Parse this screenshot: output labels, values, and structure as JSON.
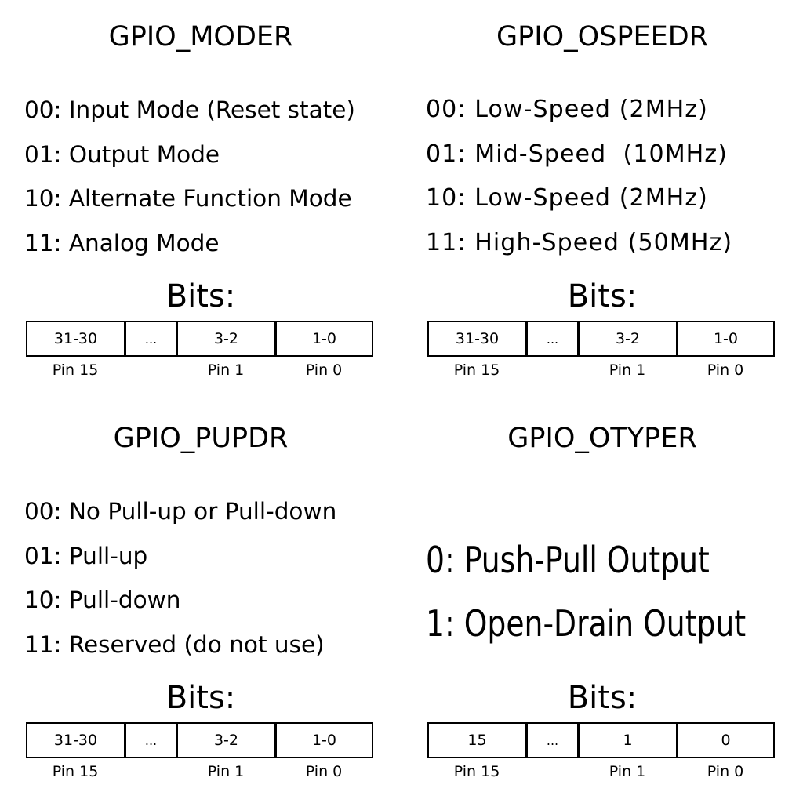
{
  "panels": {
    "moder": {
      "title": "GPIO_MODER",
      "definitions": [
        "00: Input Mode (Reset state)",
        "01: Output Mode",
        "10: Alternate Function Mode",
        "11: Analog Mode"
      ],
      "bits_label": "Bits:",
      "register_cells": [
        "31-30",
        "...",
        "3-2",
        "1-0"
      ],
      "pin_labels": [
        "Pin 15",
        "Pin 1",
        "Pin 0"
      ]
    },
    "ospeedr": {
      "title": "GPIO_OSPEEDR",
      "definitions": [
        "00: Low-Speed (2MHz)",
        "01: Mid-Speed  (10MHz)",
        "10: Low-Speed (2MHz)",
        "11: High-Speed (50MHz)"
      ],
      "bits_label": "Bits:",
      "register_cells": [
        "31-30",
        "...",
        "3-2",
        "1-0"
      ],
      "pin_labels": [
        "Pin 15",
        "Pin 1",
        "Pin 0"
      ]
    },
    "pupdr": {
      "title": "GPIO_PUPDR",
      "definitions": [
        "00: No Pull-up or Pull-down",
        "01: Pull-up",
        "10: Pull-down",
        "11: Reserved (do not use)"
      ],
      "bits_label": "Bits:",
      "register_cells": [
        "31-30",
        "...",
        "3-2",
        "1-0"
      ],
      "pin_labels": [
        "Pin 15",
        "Pin 1",
        "Pin 0"
      ]
    },
    "otyper": {
      "title": "GPIO_OTYPER",
      "definitions": [
        "0: Push-Pull Output",
        "1: Open-Drain Output"
      ],
      "bits_label": "Bits:",
      "register_cells": [
        "15",
        "...",
        "1",
        "0"
      ],
      "pin_labels": [
        "Pin 15",
        "Pin 1",
        "Pin 0"
      ]
    }
  }
}
